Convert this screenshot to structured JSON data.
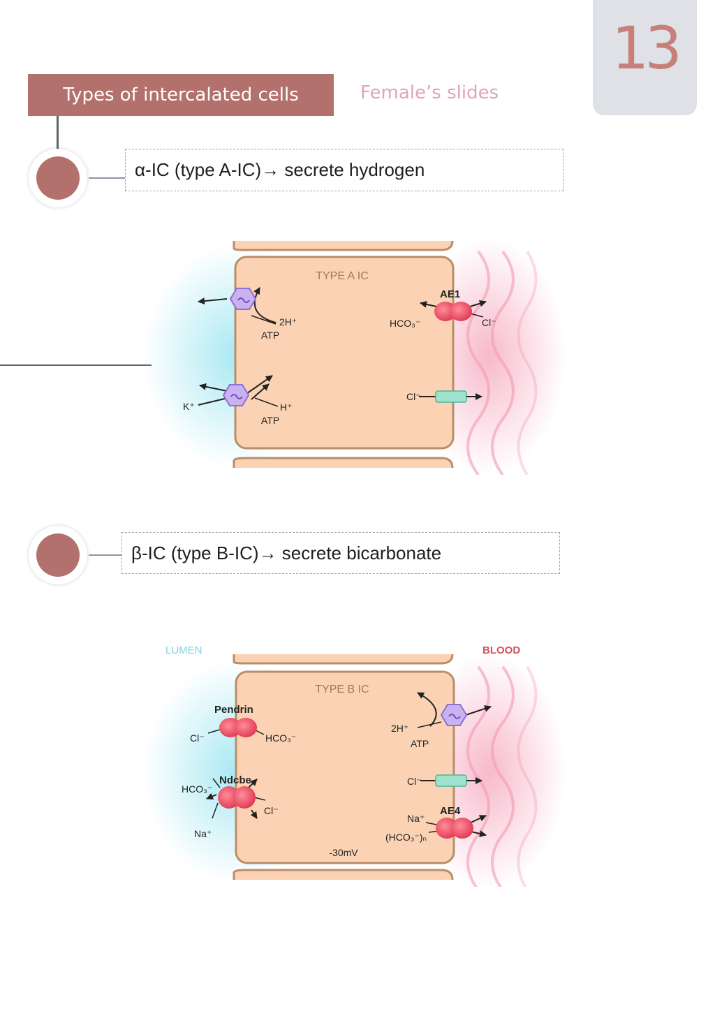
{
  "page": {
    "number": "13"
  },
  "header": {
    "title": "Types of intercalated cells",
    "subtitle": "Female’s slides"
  },
  "sections": [
    {
      "label": "α-IC (type A-IC)→ secrete hydrogen"
    },
    {
      "label": "β-IC (type B-IC)→ secrete bicarbonate"
    }
  ],
  "diagram_a": {
    "title": "TYPE A IC",
    "labels": {
      "ae1": "AE1",
      "atp1": "ATP",
      "h2": "2H⁺",
      "hco3": "HCO₃⁻",
      "cl_right": "Cl⁻",
      "k": "K⁺",
      "h": "H⁺",
      "atp2": "ATP",
      "cl_channel": "Cl⁻"
    }
  },
  "diagram_b": {
    "title": "TYPE B IC",
    "lumen": "LUMEN",
    "blood": "BLOOD",
    "labels": {
      "pendrin": "Pendrin",
      "cl_pendrin": "Cl⁻",
      "hco3_pendrin": "HCO₃⁻",
      "ndcbe": "Ndcbe",
      "hco3_ndcbe": "HCO₃⁻",
      "cl_ndcbe": "Cl⁻",
      "na_ndcbe": "Na⁺",
      "h2": "2H⁺",
      "atp": "ATP",
      "cl_channel": "Cl⁻",
      "ae4": "AE4",
      "na_ae4": "Na⁺",
      "hco3n": "(HCO₃⁻)ₙ",
      "voltage": "-30mV"
    }
  },
  "colors": {
    "accent": "#b3716d",
    "page_tab": "#dfe1e6",
    "page_number": "#c67f79",
    "subtitle": "#e2a4b4",
    "cell_fill": "#fbd3b4",
    "cell_border": "#b98d69",
    "pump": "#c9b2f0",
    "exchanger": "#e85b6e",
    "channel": "#9fe3cf",
    "lumen": "#9fe6f2",
    "blood": "#f7b1c6"
  }
}
